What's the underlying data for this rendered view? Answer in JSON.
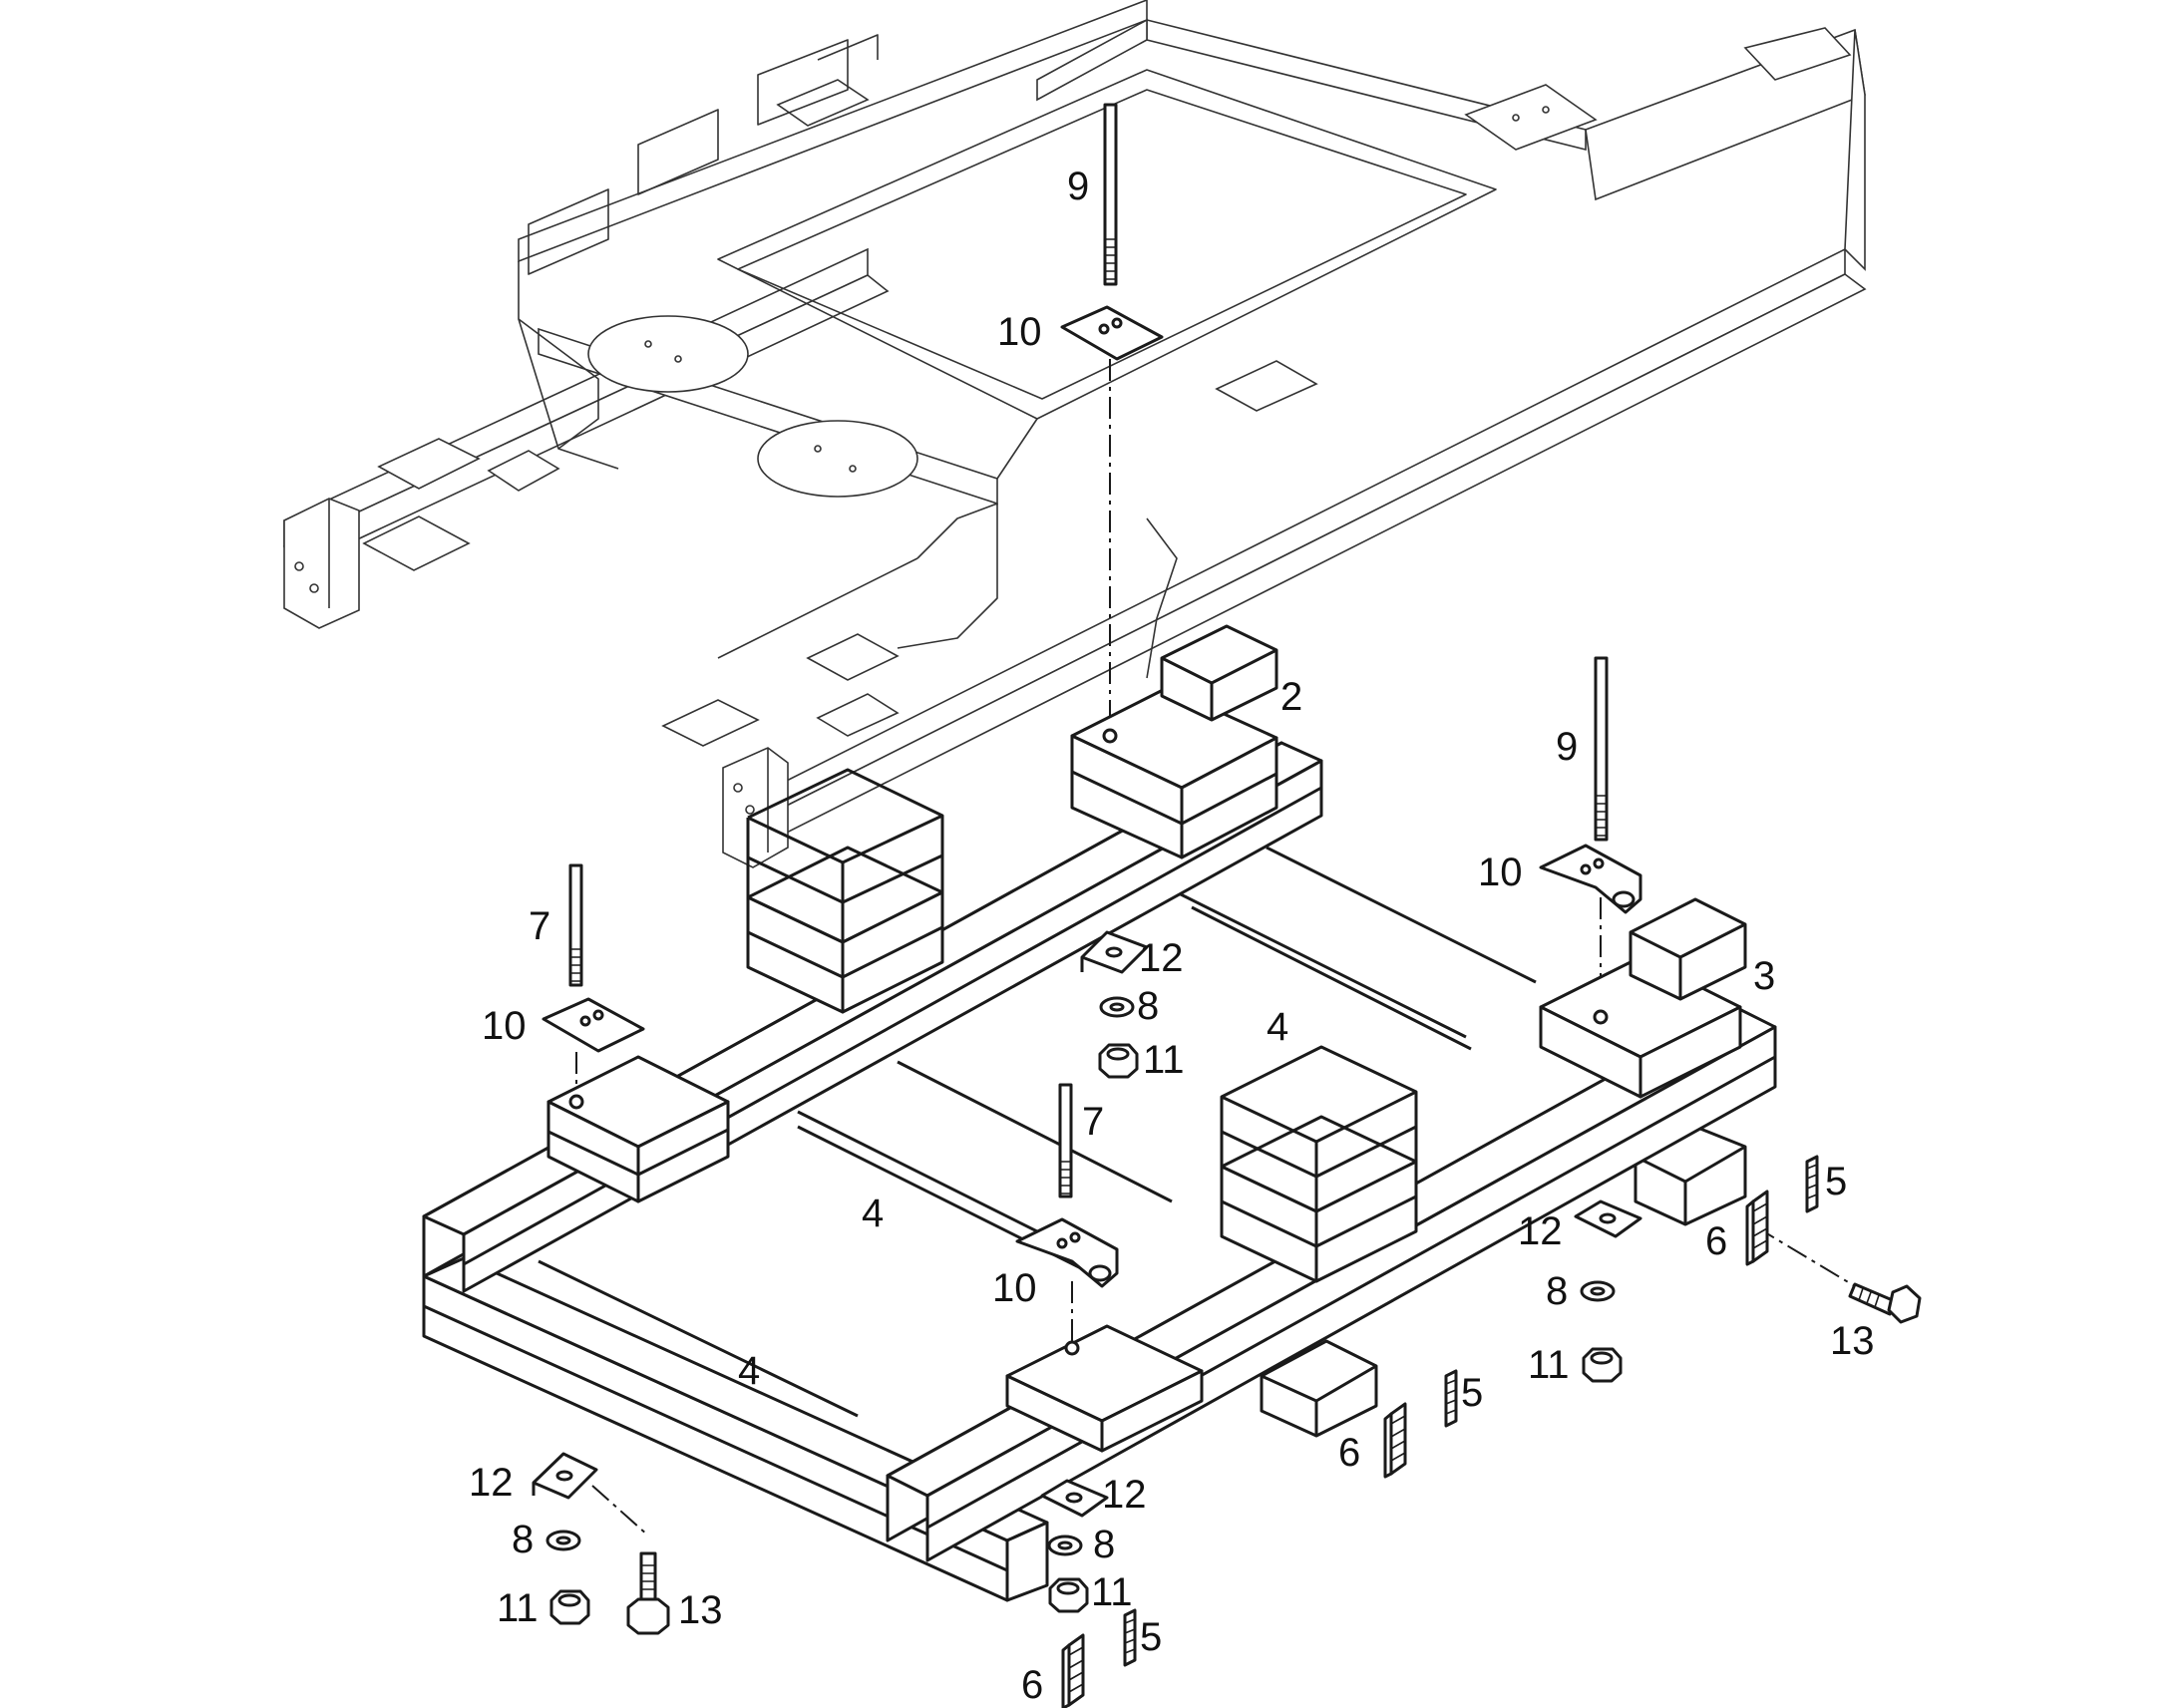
{
  "callouts": [
    {
      "id": "c2",
      "label": "2"
    },
    {
      "id": "c3",
      "label": "3"
    },
    {
      "id": "c4a",
      "label": "4"
    },
    {
      "id": "c4b",
      "label": "4"
    },
    {
      "id": "c4c",
      "label": "4"
    },
    {
      "id": "c5a",
      "label": "5"
    },
    {
      "id": "c5b",
      "label": "5"
    },
    {
      "id": "c5c",
      "label": "5"
    },
    {
      "id": "c6a",
      "label": "6"
    },
    {
      "id": "c6b",
      "label": "6"
    },
    {
      "id": "c6c",
      "label": "6"
    },
    {
      "id": "c7a",
      "label": "7"
    },
    {
      "id": "c7b",
      "label": "7"
    },
    {
      "id": "c8a",
      "label": "8"
    },
    {
      "id": "c8b",
      "label": "8"
    },
    {
      "id": "c8c",
      "label": "8"
    },
    {
      "id": "c8d",
      "label": "8"
    },
    {
      "id": "c9a",
      "label": "9"
    },
    {
      "id": "c9b",
      "label": "9"
    },
    {
      "id": "c10a",
      "label": "10"
    },
    {
      "id": "c10b",
      "label": "10"
    },
    {
      "id": "c10c",
      "label": "10"
    },
    {
      "id": "c10d",
      "label": "10"
    },
    {
      "id": "c11a",
      "label": "11"
    },
    {
      "id": "c11b",
      "label": "11"
    },
    {
      "id": "c11c",
      "label": "11"
    },
    {
      "id": "c11d",
      "label": "11"
    },
    {
      "id": "c12a",
      "label": "12"
    },
    {
      "id": "c12b",
      "label": "12"
    },
    {
      "id": "c12c",
      "label": "12"
    },
    {
      "id": "c12d",
      "label": "12"
    },
    {
      "id": "c13a",
      "label": "13"
    },
    {
      "id": "c13b",
      "label": "13"
    }
  ]
}
